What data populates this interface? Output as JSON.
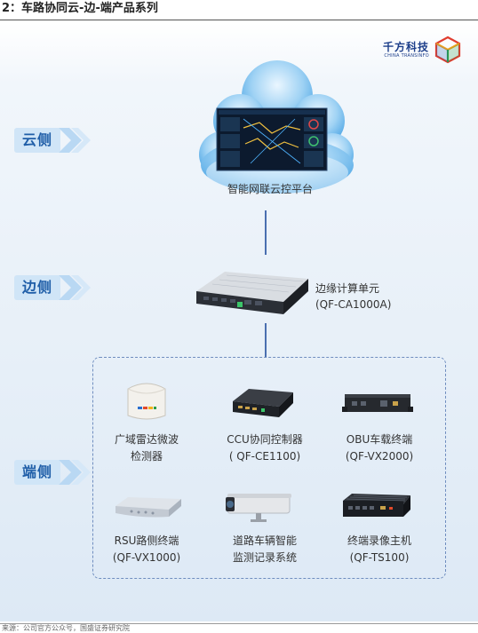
{
  "header": {
    "title": "2：车路协同云-边-端产品系列"
  },
  "logo": {
    "name_cn": "千方科技",
    "name_en": "CHINA TRANSINFO"
  },
  "tiers": [
    {
      "label": "云侧"
    },
    {
      "label": "边侧"
    },
    {
      "label": "端侧"
    }
  ],
  "cloud": {
    "caption": "智能网联云控平台"
  },
  "edge": {
    "name": "边缘计算单元",
    "model": "(QF-CA1000A)"
  },
  "devices": [
    {
      "line1": "广域雷达微波",
      "line2": "检测器"
    },
    {
      "line1": "CCU协同控制器",
      "line2": "( QF-CE1100)"
    },
    {
      "line1": "OBU车载终端",
      "line2": "(QF-VX2000)"
    },
    {
      "line1": "RSU路侧终端",
      "line2": "(QF-VX1000)"
    },
    {
      "line1": "道路车辆智能",
      "line2": "监测记录系统"
    },
    {
      "line1": "终端录像主机",
      "line2": "(QF-TS100)"
    }
  ],
  "footer": {
    "source": "来源：公司官方公众号，国盛证券研究院"
  }
}
